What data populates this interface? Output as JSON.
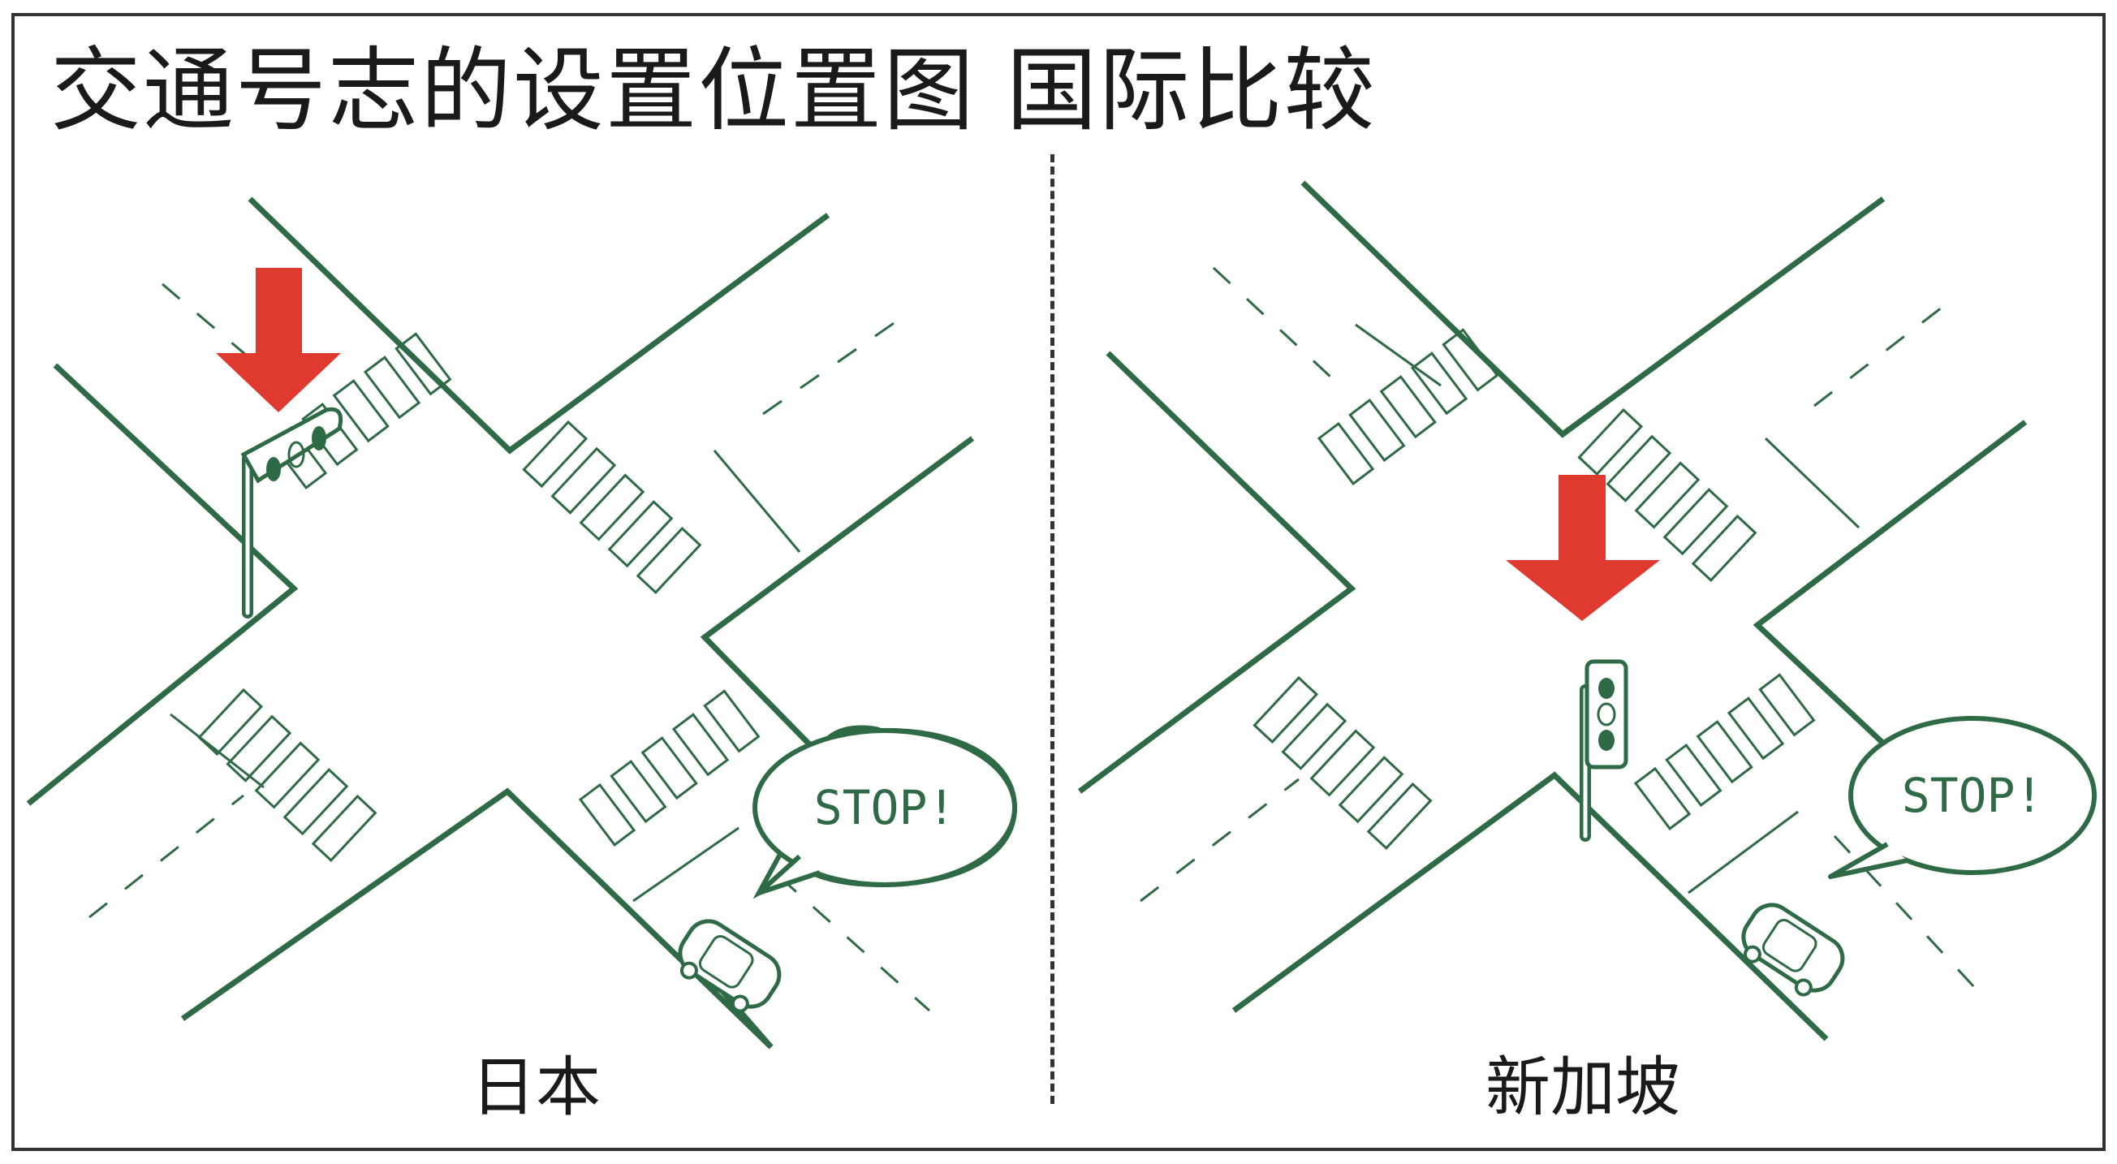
{
  "title": "交通号志的设置位置图  国际比较",
  "panels": [
    {
      "label": "日本",
      "speech": "STOP!"
    },
    {
      "label": "新加坡",
      "speech": "STOP!"
    }
  ],
  "colors": {
    "road": "#2e6a45",
    "arrow": "#e03a30",
    "text": "#1a1a1a"
  }
}
